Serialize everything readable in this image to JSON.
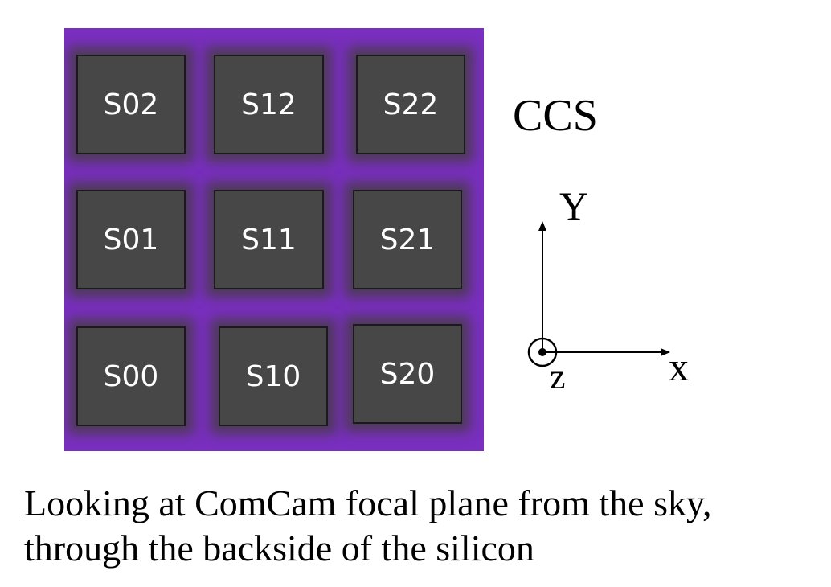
{
  "diagram": {
    "sensors": [
      {
        "id": "s02",
        "label": "S02"
      },
      {
        "id": "s12",
        "label": "S12"
      },
      {
        "id": "s22",
        "label": "S22"
      },
      {
        "id": "s01",
        "label": "S01"
      },
      {
        "id": "s11",
        "label": "S11"
      },
      {
        "id": "s21",
        "label": "S21"
      },
      {
        "id": "s00",
        "label": "S00"
      },
      {
        "id": "s10",
        "label": "S10"
      },
      {
        "id": "s20",
        "label": "S20"
      }
    ],
    "coordinate_system_label": "CCS",
    "axes": {
      "x": "x",
      "y": "Y",
      "z": "z"
    },
    "caption": {
      "line1": "Looking at ComCam focal plane from the sky,",
      "line2": "through the backside of the silicon"
    },
    "colors": {
      "background_frame": "#7a2fc0",
      "sensor_fill": "#474747",
      "sensor_text": "#ffffff"
    }
  }
}
